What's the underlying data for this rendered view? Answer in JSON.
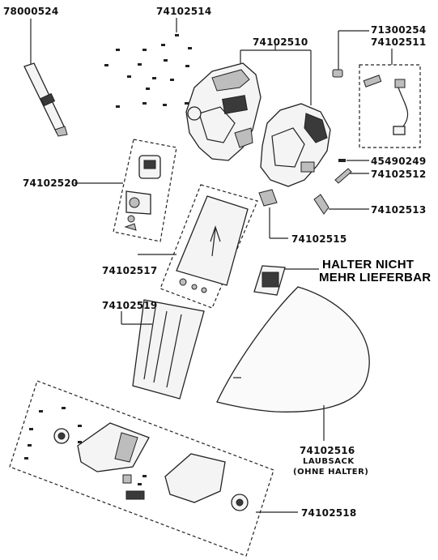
{
  "parts": {
    "p78000524": "78000524",
    "p74102514": "74102514",
    "p74102510": "74102510",
    "p71300254": "71300254",
    "p74102511": "74102511",
    "p45490249": "45490249",
    "p74102512": "74102512",
    "p74102513": "74102513",
    "p74102520": "74102520",
    "p74102515": "74102515",
    "p74102517": "74102517",
    "p74102519": "74102519",
    "p74102516": "74102516",
    "p74102518": "74102518"
  },
  "notice": {
    "line1": "HALTER NICHT",
    "line2": "MEHR LIEFERBAR"
  },
  "bag": {
    "line1": "LAUBSACK",
    "line2": "(OHNE HALTER)"
  }
}
